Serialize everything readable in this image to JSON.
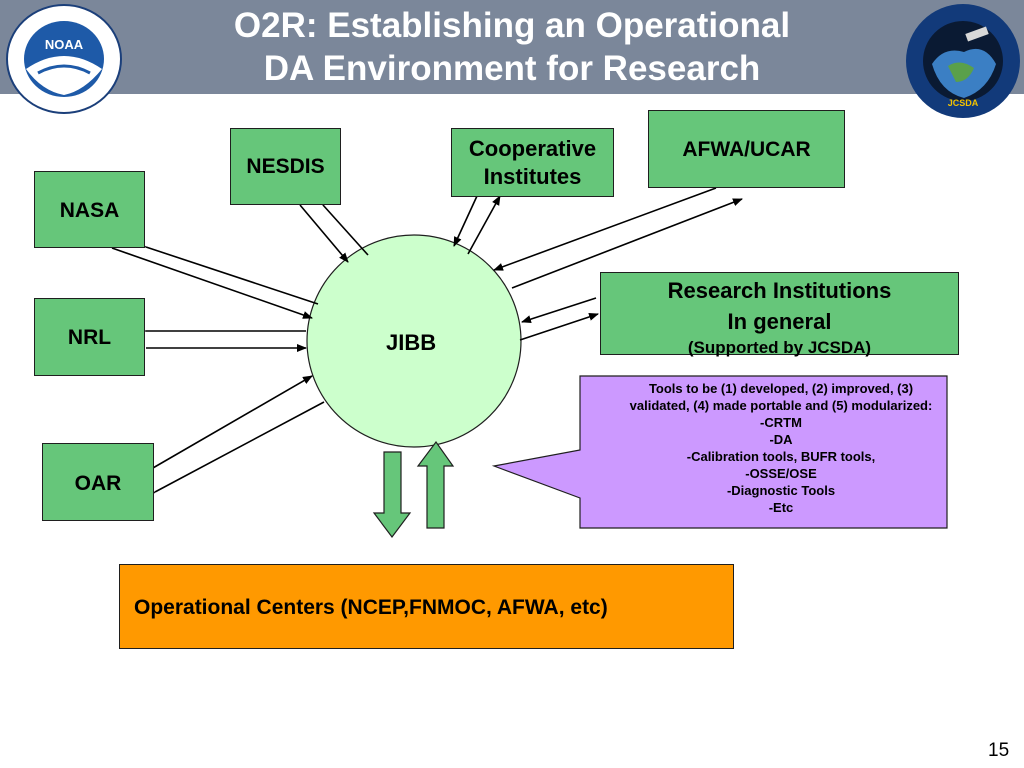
{
  "title": {
    "line1": "O2R: Establishing an Operational",
    "line2": "DA Environment for Research"
  },
  "logos": {
    "left": {
      "text": "NOAA",
      "icon": "noaa-logo-icon"
    },
    "right": {
      "text": "JCSDA",
      "icon": "jcsda-logo-icon"
    }
  },
  "nodes": {
    "nasa": "NASA",
    "nesdis": "NESDIS",
    "cooperative_line1": "Cooperative",
    "cooperative_line2": "Institutes",
    "afwa_ucar": "AFWA/UCAR",
    "nrl": "NRL",
    "oar": "OAR",
    "jibb": "JIBB",
    "research_line1": "Research Institutions",
    "research_line2": "In general",
    "research_line3": "(Supported by JCSDA)"
  },
  "callout": {
    "line1": "Tools to be (1) developed, (2) improved, (3)",
    "line2": "validated, (4) made portable and (5) modularized:",
    "items": [
      "CRTM",
      "DA",
      "Calibration tools, BUFR tools,",
      "OSSE/OSE",
      "Diagnostic Tools",
      "Etc"
    ]
  },
  "operational": "Operational Centers (NCEP,FNMOC, AFWA, etc)",
  "page_number": "15",
  "colors": {
    "header": "#7b879a",
    "node_green": "#66c67a",
    "jibb_fill": "#ccffcc",
    "callout_purple": "#cc99ff",
    "operational_orange": "#ff9900",
    "arrow_green": "#66c67a"
  }
}
